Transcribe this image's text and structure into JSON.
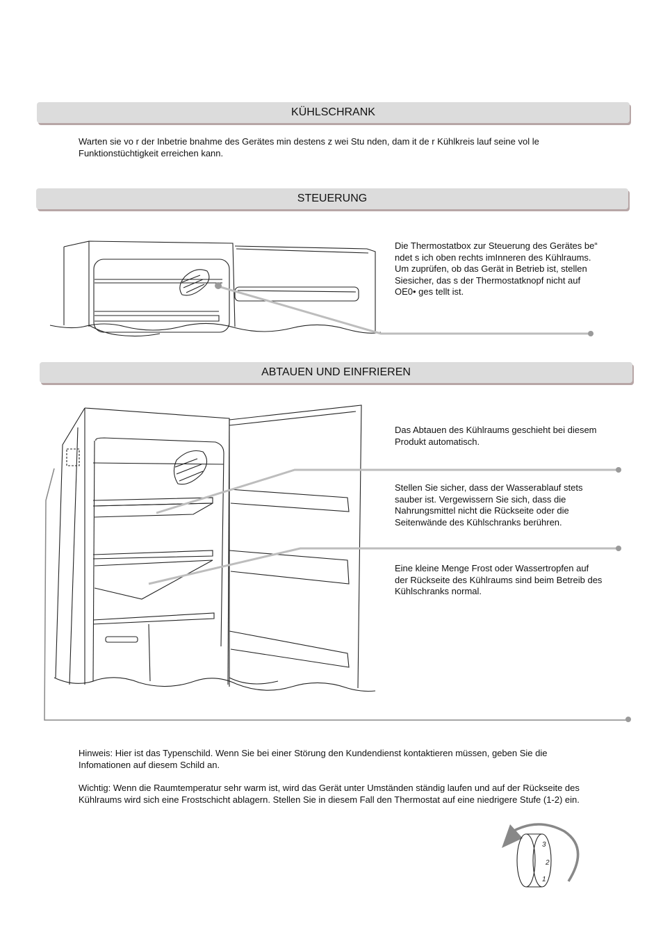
{
  "sections": {
    "kuehlschrank": {
      "title": "KÜHLSCHRANK",
      "text": "Warten sie vo  r der Inbetrie  bnahme des Gerätes min   destens z wei Stu nden, dam it de r Kühlkreis lauf seine vol  le Funktionstüchtigkeit erreichen kann."
    },
    "steuerung": {
      "title": "STEUERUNG",
      "text": "Die Thermostatbox zur Steuerung des Gerätes be“ ndet s ich oben rechts imInneren des Kühlraums. Um zuprüfen, ob das Gerät in Betrieb ist, stellen Siesicher, das s der Thermostatknopf nicht auf OE0• ges tellt ist."
    },
    "abtauen": {
      "title": "ABTAUEN UND EINFRIEREN",
      "callout_1": "Das Abtauen des Kühlraums geschieht bei diesem Produkt automatisch.",
      "callout_2": "Stellen Sie sicher, dass der Wasserablauf stets sauber ist. Vergewissern Sie sich, dass die Nahrungsmittel nicht die Rückseite oder die Seitenwände des Kühlschranks berühren.",
      "callout_3": "Eine kleine Menge Frost oder Wassertropfen auf der Rückseite des Kühlraums sind beim Betreib des Kühlschranks normal."
    }
  },
  "notes": {
    "hinweis": "Hinweis: Hier ist das Typenschild. Wenn Sie bei einer Störung den Kundendienst kontaktieren müssen, geben Sie die Infomationen auf diesem Schild an.",
    "wichtig": "Wichtig: Wenn die Raumtemperatur sehr warm ist, wird das Gerät unter Umständen ständig laufen und auf der Rückseite des Kühlraums wird sich eine Frostschicht ablagern. Stellen Sie in diesem Fall den Thermostat auf eine niedrigere Stufe (1-2) ein."
  },
  "dial_labels": [
    "3",
    "2",
    "1"
  ],
  "colors": {
    "header_bar": "#dcdcdc",
    "header_shadow": "#b7a6a6",
    "callout_line": "#bdbdbd"
  }
}
